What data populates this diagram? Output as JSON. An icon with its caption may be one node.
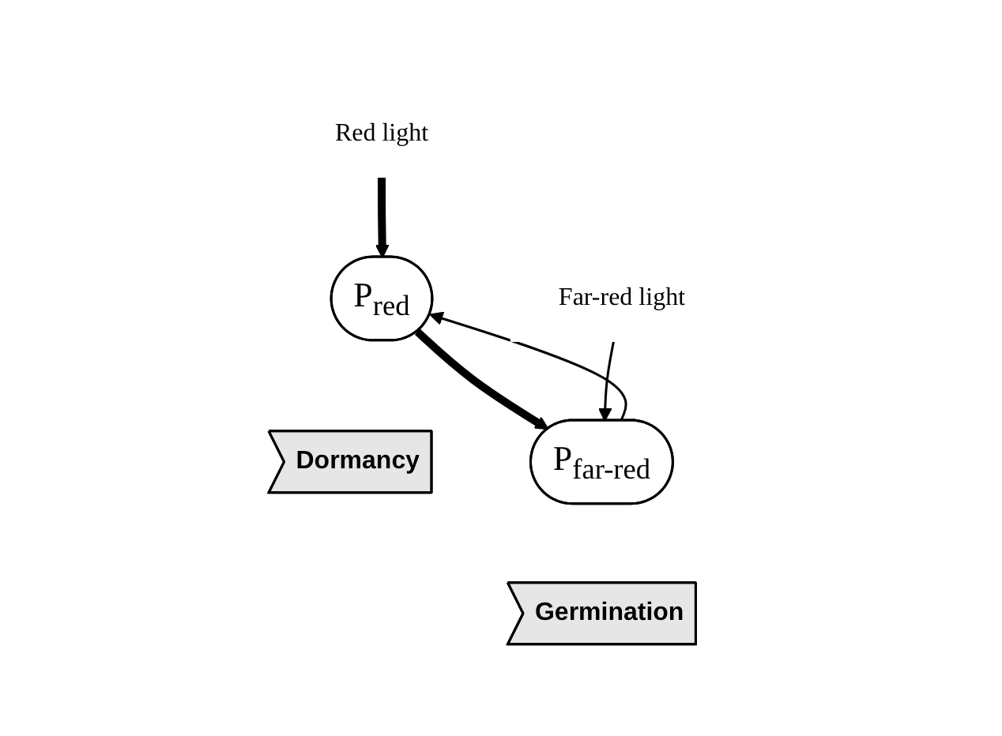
{
  "diagram": {
    "nodes": [
      {
        "text": [
          "Red light"
        ]
      },
      {
        "text": [
          "P$_{red}$"
        ]
      },
      {
        "text": [
          "Dormancy"
        ]
      },
      {
        "text": [
          "P$_{far-red}$"
        ]
      },
      {
        "text": [
          "Germination"
        ]
      },
      {
        "text": [
          "Far-red light"
        ]
      }
    ],
    "edges": [
      {
        "from": 0,
        "to": 1,
        "arrow": "to",
        "style": "thick"
      },
      {
        "from": 1,
        "to": 3,
        "arrow": "to",
        "style": "thick"
      },
      {
        "from": 3,
        "to": 1,
        "arrow": "to"
      },
      {
        "from": 5,
        "to": 3,
        "arrow": "to"
      }
    ]
  }
}
